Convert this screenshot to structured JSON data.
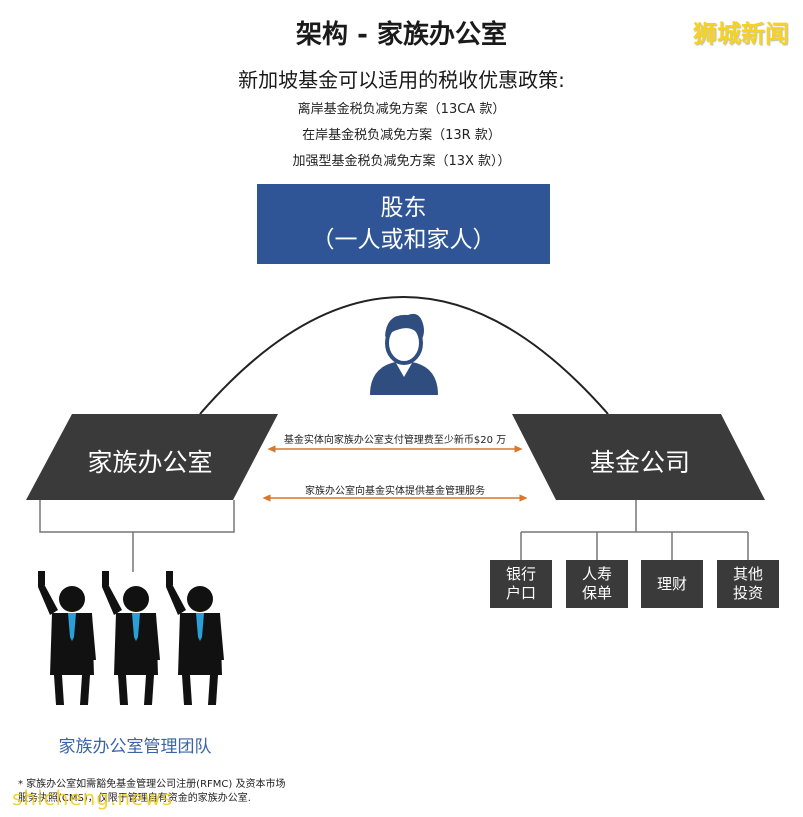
{
  "title": "架构 - 家族办公室",
  "watermark_top": "狮城新闻",
  "subtitle": "新加坡基金可以适用的税收优惠政策:",
  "policies": [
    "离岸基金税负减免方案（13CA 款）",
    "在岸基金税负减免方案（13R 款）",
    "加强型基金税负减免方案（13X 款））"
  ],
  "shareholder": {
    "line1": "股东",
    "line2": "（一人或和家人）"
  },
  "family_office": "家族办公室",
  "fund_company": "基金公司",
  "arrow_top_label": "基金实体向家族办公室支付管理费至少新币$20 万",
  "arrow_bottom_label": "家族办公室向基金实体提供基金管理服务",
  "assets": [
    {
      "line1": "银行",
      "line2": "户口"
    },
    {
      "line1": "人寿",
      "line2": "保单"
    },
    {
      "line1": "理财",
      "line2": ""
    },
    {
      "line1": "其他",
      "line2": "投资"
    }
  ],
  "team_label": "家族办公室管理团队",
  "footnote": {
    "line1": "* 家族办公室如需豁免基金管理公司注册(RFMC) 及资本市场",
    "line2": "服务执照(CMS)，仅限于管理自有资金的家族办公室."
  },
  "watermark_bottom": "shicheng.news",
  "colors": {
    "shareholder_box": "#2f5597",
    "dark_shape": "#3a3a3a",
    "arrow": "#d9772b",
    "team_label": "#3a63a8",
    "person_icon": "#2f4d7e"
  }
}
